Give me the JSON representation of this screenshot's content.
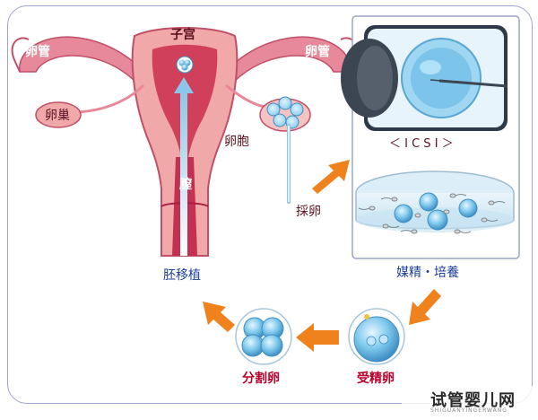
{
  "labels": {
    "uterus": "子宫",
    "tube_left": "卵管",
    "tube_right": "卵管",
    "ovary": "卵巢",
    "oocyte": "卵胞",
    "vagina": "膣",
    "retrieval": "採卵",
    "transfer": "胚移植",
    "icsi": "＜ I C S I ＞",
    "culture": "媒精・培養",
    "fertilized": "受精卵",
    "cleavage": "分割卵"
  },
  "watermark": {
    "title": "试管婴儿网",
    "subtitle": "SHIGUANYINGERWANG"
  },
  "colors": {
    "uterus_pink": "#f0a8a8",
    "uterus_red": "#d0405a",
    "arrow_orange": "#f0821e",
    "cell_blue": "#7ec8ec",
    "transfer_arrow": "#9fd0ec",
    "frame_border": "#9fa5c8"
  }
}
